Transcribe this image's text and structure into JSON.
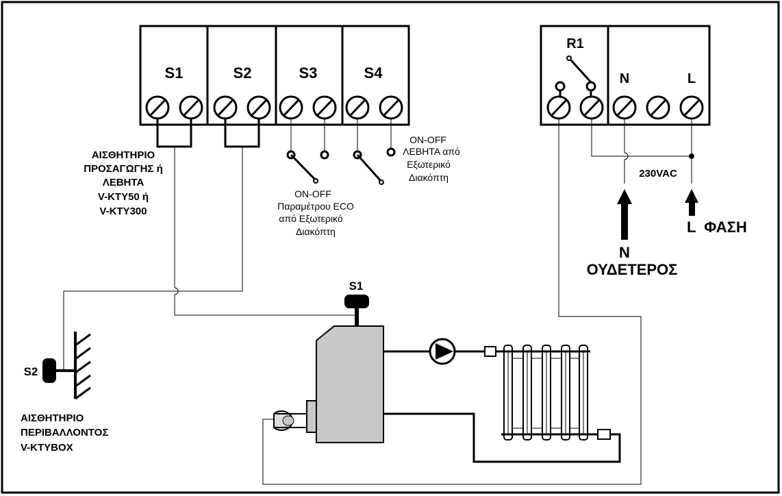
{
  "terminal_block_left": {
    "labels": [
      "S1",
      "S2",
      "S3",
      "S4"
    ]
  },
  "terminal_block_right": {
    "relay_label": "R1",
    "neutral_label": "N",
    "line_label": "L"
  },
  "annotations": {
    "s1_sensor": [
      "ΑΙΣΘΗΤΗΡΙΟ",
      "ΠΡΟΣΑΓΩΓΗΣ ή",
      "ΛΕΒΗΤΑ",
      "V-KTY50 ή",
      "V-KTY300"
    ],
    "s3_switch": [
      "ON-OFF",
      "Παραμέτρου  ECO",
      "από Εξωτερικό",
      "Διακόπτη"
    ],
    "s4_switch": [
      "ON-OFF",
      "ΛΕΒΗΤΑ από",
      "Εξωτερικό",
      "Διακόπτη"
    ],
    "supply_voltage": "230VAC",
    "phase": "L  ΦΑΣΗ",
    "neutral_letter": "N",
    "neutral_word": "ΟΥΔΕΤΕΡΟΣ",
    "boiler_sensor": "S1",
    "room_sensor": "S2",
    "room_sensor_desc": [
      "ΑΙΣΘΗΤΗΡΙΟ",
      "ΠΕΡΙΒΑΛΛΟΝΤΟΣ",
      "V-KTYBOX"
    ]
  }
}
